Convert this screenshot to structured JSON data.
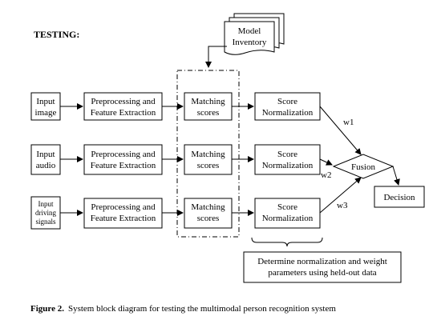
{
  "section_label": "TESTING:",
  "model_inventory": [
    "Model",
    "Inventory"
  ],
  "rows": [
    {
      "input": [
        "Input",
        "image"
      ],
      "preprocessing": [
        "Preprocessing and",
        "Feature Extraction"
      ],
      "matching": [
        "Matching",
        "scores"
      ],
      "normalization": [
        "Score",
        "Normalization"
      ],
      "weight": "w1"
    },
    {
      "input": [
        "Input",
        "audio"
      ],
      "preprocessing": [
        "Preprocessing and",
        "Feature Extraction"
      ],
      "matching": [
        "Matching",
        "scores"
      ],
      "normalization": [
        "Score",
        "Normalization"
      ],
      "weight": "w2"
    },
    {
      "input": [
        "Input",
        "driving",
        "signals"
      ],
      "preprocessing": [
        "Preprocessing and",
        "Feature Extraction"
      ],
      "matching": [
        "Matching",
        "scores"
      ],
      "normalization": [
        "Score",
        "Normalization"
      ],
      "weight": "w3"
    }
  ],
  "fusion": "Fusion",
  "decision": "Decision",
  "heldout_note": [
    "Determine normalization and weight",
    "parameters using held-out data"
  ],
  "caption": {
    "prefix": "Figure 2.",
    "text": "System block diagram for testing the multimodal person recognition system"
  }
}
